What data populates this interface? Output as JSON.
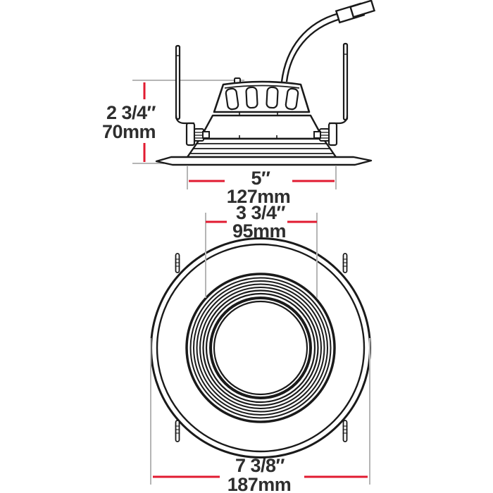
{
  "colors": {
    "line": "#1a1a1a",
    "dimension_red": "#e11b31",
    "extension_gray": "#b5b5b5",
    "label_text": "#2e2e2e",
    "background": "#ffffff"
  },
  "side_view": {
    "height": {
      "imperial": "2 3/4″",
      "metric": "70mm"
    },
    "width": {
      "imperial": "5″",
      "metric": "127mm"
    }
  },
  "front_view": {
    "baffle": {
      "imperial": "3 3/4″",
      "metric": "95mm"
    },
    "flange": {
      "imperial": "7 3/8″",
      "metric": "187mm"
    }
  }
}
